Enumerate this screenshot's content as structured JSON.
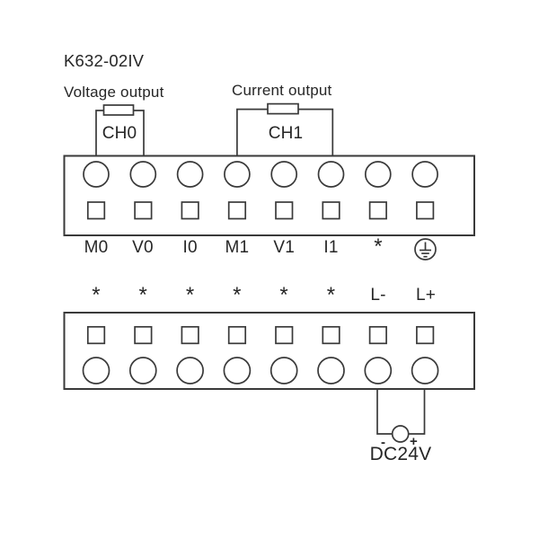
{
  "title": "K632-02IV",
  "colors": {
    "line": "#3a3a3a",
    "text": "#262626",
    "background": "#ffffff"
  },
  "channels": [
    {
      "header": "Voltage output",
      "label": "CH0",
      "connected_terminals": [
        "M0",
        "V0"
      ],
      "load_icon": "resistor-load-icon"
    },
    {
      "header": "Current output",
      "label": "CH1",
      "connected_terminals": [
        "M1",
        "I1"
      ],
      "load_icon": "resistor-load-icon"
    }
  ],
  "top_block": {
    "labels": [
      "M0",
      "V0",
      "I0",
      "M1",
      "V1",
      "I1",
      "*"
    ],
    "ground_icon": "protective-earth-icon",
    "terminal_count": 8
  },
  "bottom_block": {
    "labels": [
      "*",
      "*",
      "*",
      "*",
      "*",
      "*",
      "L-",
      "L+"
    ],
    "terminal_count": 8
  },
  "power": {
    "minus": "-",
    "plus": "+",
    "label": "DC24V",
    "source_icon": "dc-source-circle-icon"
  }
}
